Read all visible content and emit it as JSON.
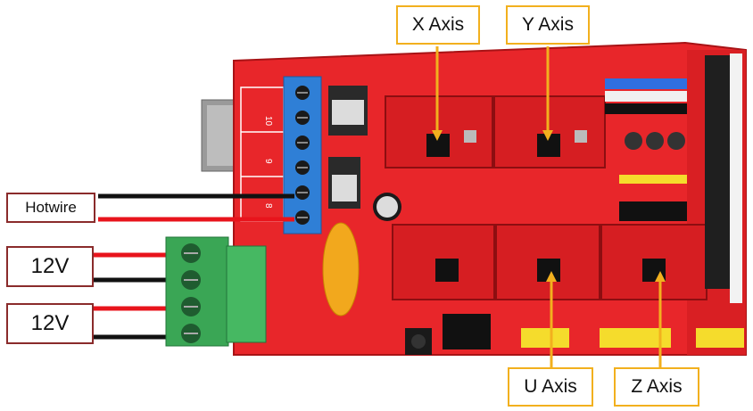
{
  "labels": {
    "x_axis": "X Axis",
    "y_axis": "Y Axis",
    "u_axis": "U Axis",
    "z_axis": "Z Axis",
    "hotwire": "Hotwire",
    "power_1": "12V",
    "power_2": "12V"
  },
  "colors": {
    "board": "#e8262a",
    "board_dark": "#b51518",
    "callout": "#f2b01e",
    "wire_red": "#e8141c",
    "wire_black": "#111111",
    "terminal_blue": "#2f7fd6",
    "terminal_green": "#3aa655",
    "label_border": "#8a2b2b"
  }
}
